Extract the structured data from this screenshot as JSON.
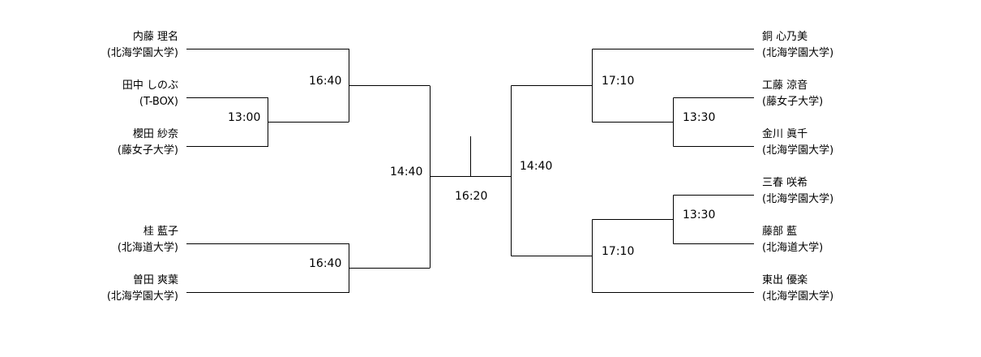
{
  "left_players": [
    {
      "name": "内藤 理名",
      "team": "(北海学園大学)"
    },
    {
      "name": "田中 しのぶ",
      "team": "(T-BOX)"
    },
    {
      "name": "櫻田 紗奈",
      "team": "(藤女子大学)"
    },
    {
      "name": "桂 藍子",
      "team": "(北海道大学)"
    },
    {
      "name": "曽田 爽葉",
      "team": "(北海学園大学)"
    }
  ],
  "right_players": [
    {
      "name": "銅 心乃美",
      "team": "(北海学園大学)"
    },
    {
      "name": "工藤 涼音",
      "team": "(藤女子大学)"
    },
    {
      "name": "金川 眞千",
      "team": "(北海学園大学)"
    },
    {
      "name": "三春 咲希",
      "team": "(北海学園大学)"
    },
    {
      "name": "藤部 藍",
      "team": "(北海道大学)"
    },
    {
      "name": "東出 優楽",
      "team": "(北海学園大学)"
    }
  ],
  "times": {
    "left_r1": "13:00",
    "left_r2_top": "16:40",
    "left_r2_bottom": "16:40",
    "left_semi": "14:40",
    "final": "16:20",
    "right_semi": "14:40",
    "right_r2_top": "17:10",
    "right_r2_bottom": "17:10",
    "right_r1_top": "13:30",
    "right_r1_bottom": "13:30"
  }
}
